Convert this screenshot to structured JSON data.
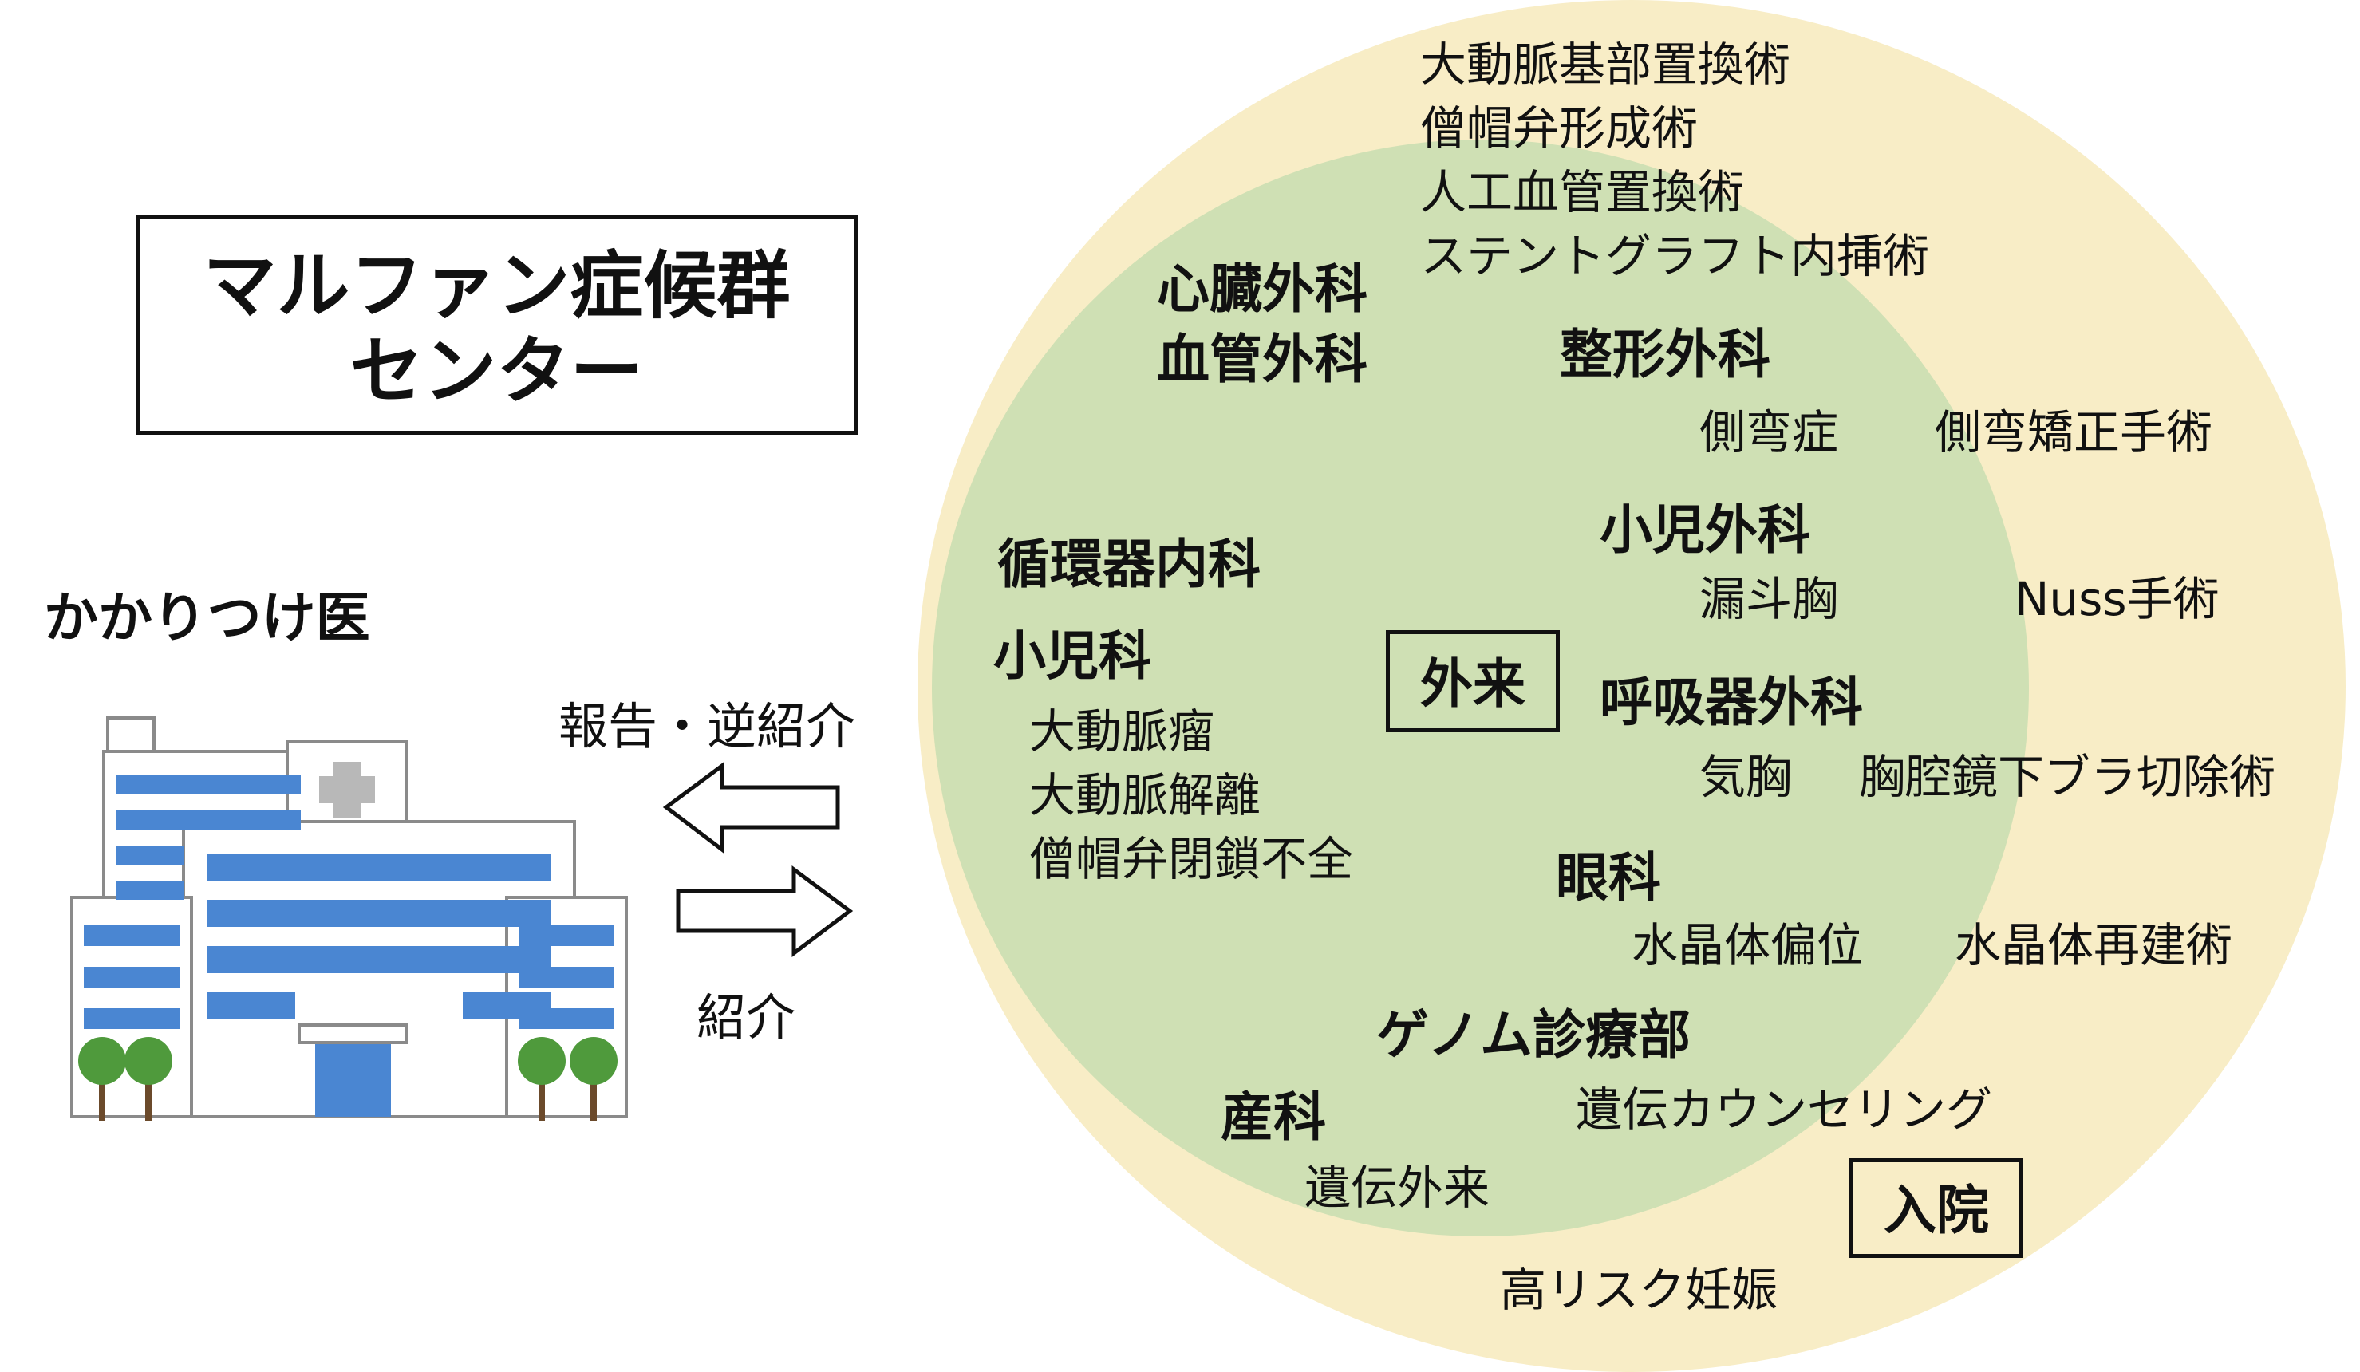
{
  "colors": {
    "outer_circle": "#f8edc6",
    "inner_circle": "#cfe0b4",
    "building_window": "#4a86d2",
    "tree_leaf": "#4f9a3c",
    "tree_trunk": "#6b4a2b"
  },
  "title": {
    "line1": "マルファン症候群",
    "line2": "センター"
  },
  "clinic": {
    "label": "かかりつけ医",
    "icon": "hospital-building-icon"
  },
  "arrows": {
    "report_label": "報告・逆紹介",
    "referral_label": "紹介"
  },
  "boxes": {
    "outpatient": "外来",
    "inpatient": "入院"
  },
  "departments": {
    "cardio_vascular_surgery": {
      "line1": "心臓外科",
      "line2": "血管外科"
    },
    "orthopedics": "整形外科",
    "pediatric_surgery": "小児外科",
    "cardiology": "循環器内科",
    "pediatrics": "小児科",
    "thoracic_surgery": "呼吸器外科",
    "ophthalmology": "眼科",
    "genomic_medicine": "ゲノム診療部",
    "obstetrics": "産科"
  },
  "procedures": [
    "大動脈基部置換術",
    "僧帽弁形成術",
    "人工血管置換術",
    "ステントグラフト内挿術"
  ],
  "conditions": {
    "scoliosis": "側弯症",
    "scoliosis_surgery": "側弯矯正手術",
    "pectus": "漏斗胸",
    "nuss": "Nuss手術",
    "aneurysm": "大動脈瘤",
    "dissection": "大動脈解離",
    "mitral": "僧帽弁閉鎖不全",
    "pneumothorax": "気胸",
    "bulla": "胸腔鏡下ブラ切除術",
    "lens_dislocation": "水晶体偏位",
    "lens_reconstruction": "水晶体再建術",
    "counseling": "遺伝カウンセリング",
    "genetic_clinic": "遺伝外来",
    "high_risk_pregnancy": "高リスク妊娠"
  }
}
